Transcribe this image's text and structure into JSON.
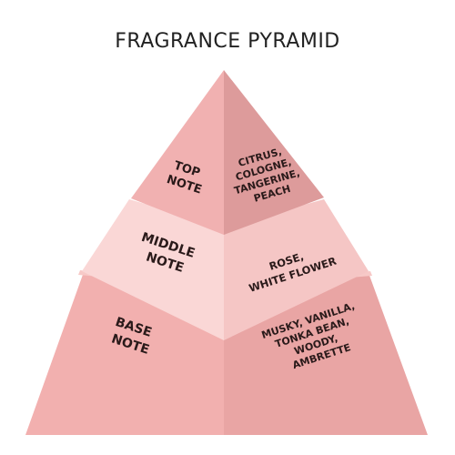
{
  "title": "FRAGRANCE PYRAMID",
  "colors": {
    "top_left": "#f1b1b1",
    "top_right": "#dd9b9b",
    "middle_left": "#fad7d6",
    "middle_right": "#f5c6c5",
    "base_left": "#f2b0af",
    "base_right": "#e9a5a4",
    "separator": "#f7c9c7",
    "text": "#2a1a1a"
  },
  "tiers": {
    "top": {
      "name": [
        "TOP",
        "NOTE"
      ],
      "notes": [
        "CITRUS,",
        "COLOGNE,",
        "TANGERINE,",
        "PEACH"
      ]
    },
    "middle": {
      "name": [
        "MIDDLE",
        "NOTE"
      ],
      "notes": [
        "ROSE,",
        "WHITE FLOWER"
      ]
    },
    "base": {
      "name": [
        "BASE",
        "NOTE"
      ],
      "notes": [
        "MUSKY, VANILLA,",
        "TONKA BEAN,",
        "WOODY,",
        "AMBRETTE"
      ]
    }
  }
}
